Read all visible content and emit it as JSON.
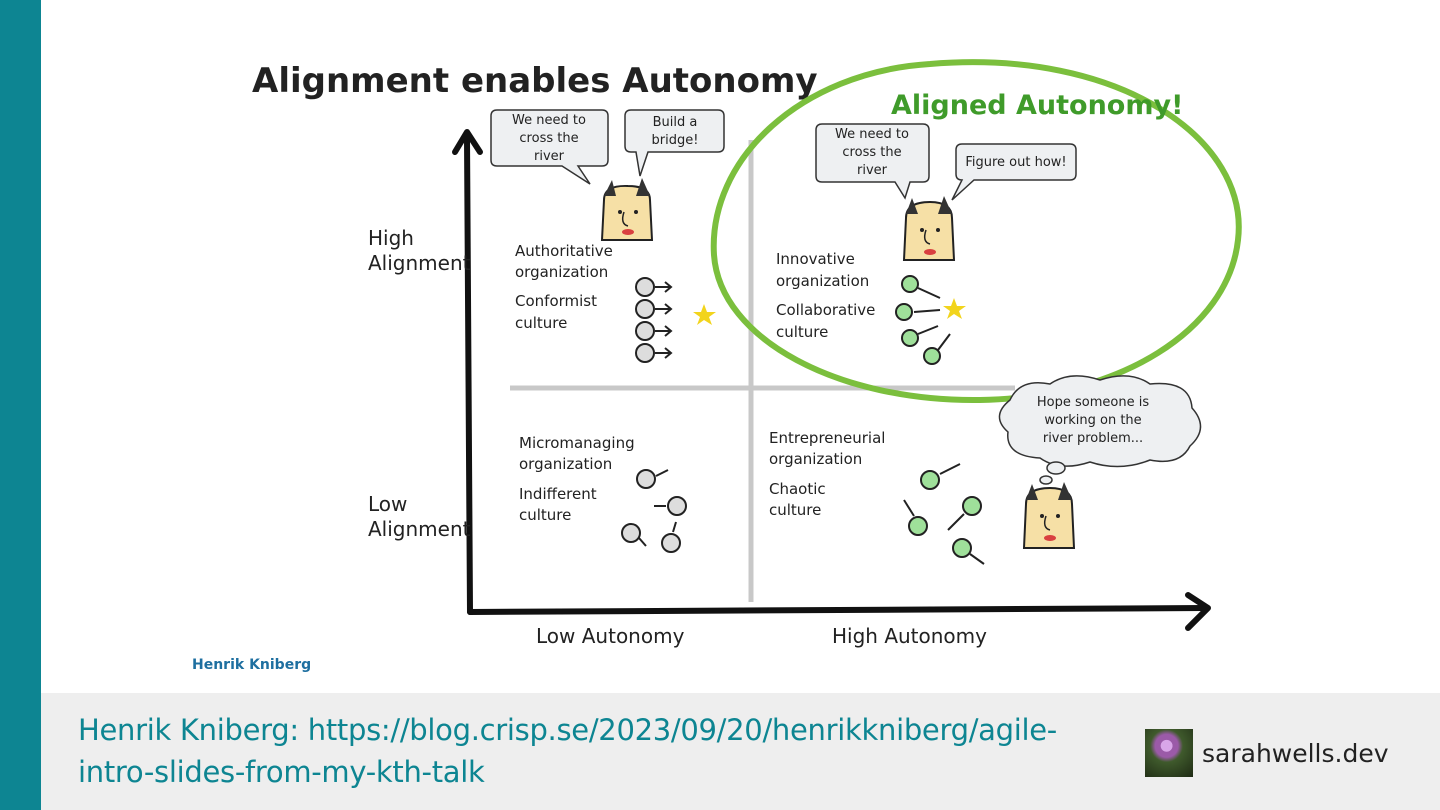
{
  "slide": {
    "title": "Alignment enables Autonomy",
    "highlight": "Aligned Autonomy!",
    "credit": "Henrik Kniberg"
  },
  "axes": {
    "y_high": [
      "High",
      "Alignment"
    ],
    "y_low": [
      "Low",
      "Alignment"
    ],
    "x_low": "Low Autonomy",
    "x_high": "High Autonomy"
  },
  "quadrants": {
    "top_left": {
      "org": [
        "Authoritative",
        "organization"
      ],
      "culture": [
        "Conformist",
        "culture"
      ]
    },
    "top_right": {
      "org": [
        "Innovative",
        "organization"
      ],
      "culture": [
        "Collaborative",
        "culture"
      ]
    },
    "bottom_left": {
      "org": [
        "Micromanaging",
        "organization"
      ],
      "culture": [
        "Indifferent",
        "culture"
      ]
    },
    "bottom_right": {
      "org": [
        "Entrepreneurial",
        "organization"
      ],
      "culture": [
        "Chaotic",
        "culture"
      ]
    }
  },
  "bubbles": {
    "tl_a": [
      "We need to",
      "cross the",
      "river"
    ],
    "tl_b": [
      "Build a",
      "bridge!"
    ],
    "tr_a": [
      "We need to",
      "cross the",
      "river"
    ],
    "tr_b": [
      "Figure out how!"
    ],
    "br_thought": [
      "Hope someone is",
      "working on the",
      "river problem..."
    ]
  },
  "footer": {
    "link_text": "Henrik Kniberg: https://blog.crisp.se/2023/09/20/henrikkniberg/agile-intro-slides-from-my-kth-talk",
    "brand": "sarahwells.dev"
  },
  "colors": {
    "accent": "#0d8592",
    "highlight": "#7bbf3d",
    "star": "#f2d41c",
    "happy": "#9fe09a"
  }
}
